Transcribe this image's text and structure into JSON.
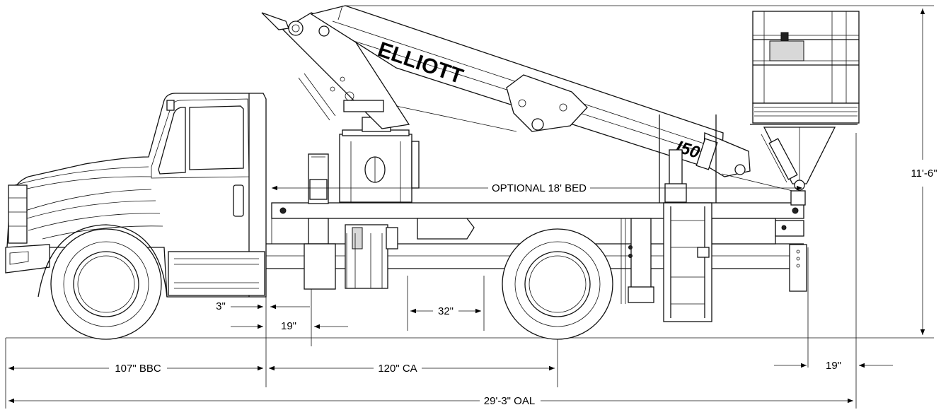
{
  "branding": {
    "boom_brand": "ELLIOTT",
    "model_number": "I50"
  },
  "dimensions": {
    "optional_bed": "OPTIONAL 18' BED",
    "overall_height": "11'-6\"",
    "bumper_to_back_of_cab": "107\" BBC",
    "cab_to_axle": "120\" CA",
    "overall_length": "29'-3\" OAL",
    "rear_overhang": "19\"",
    "cab_gap": "3\"",
    "outrigger_offset": "19\"",
    "body_section": "32\""
  }
}
